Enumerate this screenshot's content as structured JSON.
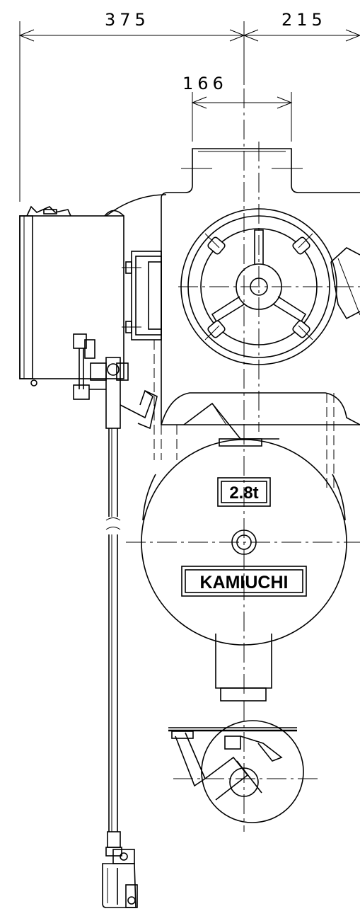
{
  "dimensions": {
    "left_width": "375",
    "right_width": "215",
    "wheel_width": "166"
  },
  "labels": {
    "capacity": "2.8t",
    "brand": "KAMIUCHI"
  }
}
